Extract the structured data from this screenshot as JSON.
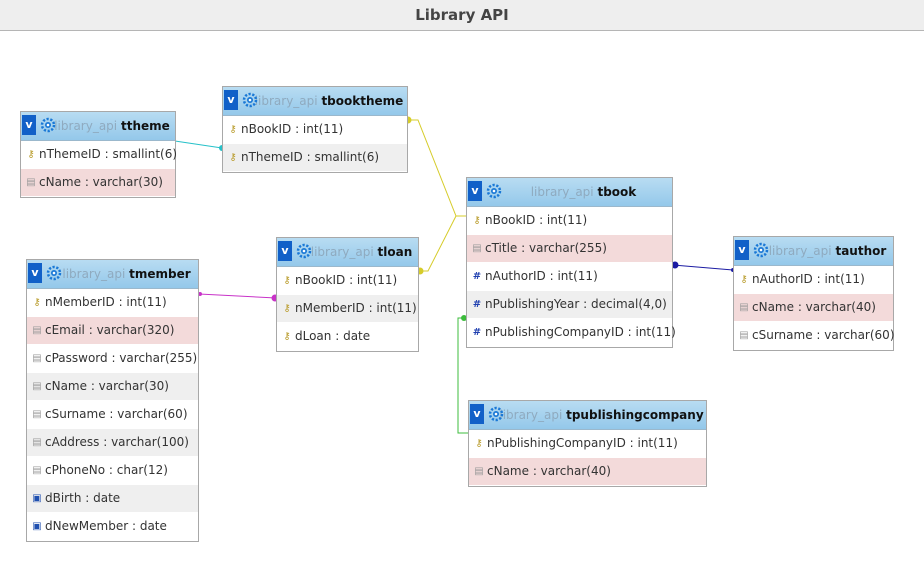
{
  "title": "Library API",
  "icons": {
    "collapse": "v-toggle-icon",
    "options": "gear-icon",
    "primary_key": "key-icon",
    "numeric": "hash-icon",
    "text": "text-field-icon",
    "date": "calendar-icon"
  },
  "colors": {
    "header": "#9fcdee",
    "highlight_row": "#f3dada",
    "alt_row": "#efefef",
    "relation_ttheme": "#26c1c9",
    "relation_tbook": "#d6cc2a",
    "relation_tmember": "#c832c8",
    "relation_tauthor": "#1b1ba3",
    "relation_tpublishingcompany": "#3cbc3c"
  },
  "tables": [
    {
      "id": "ttheme",
      "db": "library_api",
      "name": "ttheme",
      "columns": [
        {
          "name": "nThemeID",
          "type": "smallint(6)",
          "icon": "key",
          "style": "plain"
        },
        {
          "name": "cName",
          "type": "varchar(30)",
          "icon": "str",
          "style": "hl"
        }
      ]
    },
    {
      "id": "tbooktheme",
      "db": "library_api",
      "name": "tbooktheme",
      "columns": [
        {
          "name": "nBookID",
          "type": "int(11)",
          "icon": "key",
          "style": "plain"
        },
        {
          "name": "nThemeID",
          "type": "smallint(6)",
          "icon": "key",
          "style": "alt"
        }
      ]
    },
    {
      "id": "tmember",
      "db": "library_api",
      "name": "tmember",
      "columns": [
        {
          "name": "nMemberID",
          "type": "int(11)",
          "icon": "key",
          "style": "plain"
        },
        {
          "name": "cEmail",
          "type": "varchar(320)",
          "icon": "str",
          "style": "hl"
        },
        {
          "name": "cPassword",
          "type": "varchar(255)",
          "icon": "str",
          "style": "plain"
        },
        {
          "name": "cName",
          "type": "varchar(30)",
          "icon": "str",
          "style": "alt"
        },
        {
          "name": "cSurname",
          "type": "varchar(60)",
          "icon": "str",
          "style": "plain"
        },
        {
          "name": "cAddress",
          "type": "varchar(100)",
          "icon": "str",
          "style": "alt"
        },
        {
          "name": "cPhoneNo",
          "type": "char(12)",
          "icon": "str",
          "style": "plain"
        },
        {
          "name": "dBirth",
          "type": "date",
          "icon": "date",
          "style": "alt"
        },
        {
          "name": "dNewMember",
          "type": "date",
          "icon": "date",
          "style": "plain"
        }
      ]
    },
    {
      "id": "tloan",
      "db": "library_api",
      "name": "tloan",
      "columns": [
        {
          "name": "nBookID",
          "type": "int(11)",
          "icon": "key",
          "style": "plain"
        },
        {
          "name": "nMemberID",
          "type": "int(11)",
          "icon": "key",
          "style": "alt"
        },
        {
          "name": "dLoan",
          "type": "date",
          "icon": "key",
          "style": "plain"
        }
      ]
    },
    {
      "id": "tbook",
      "db": "library_api",
      "name": "tbook",
      "columns": [
        {
          "name": "nBookID",
          "type": "int(11)",
          "icon": "key",
          "style": "plain"
        },
        {
          "name": "cTitle",
          "type": "varchar(255)",
          "icon": "str",
          "style": "hl"
        },
        {
          "name": "nAuthorID",
          "type": "int(11)",
          "icon": "num",
          "style": "plain"
        },
        {
          "name": "nPublishingYear",
          "type": "decimal(4,0)",
          "icon": "num",
          "style": "alt"
        },
        {
          "name": "nPublishingCompanyID",
          "type": "int(11)",
          "icon": "num",
          "style": "plain"
        }
      ]
    },
    {
      "id": "tauthor",
      "db": "library_api",
      "name": "tauthor",
      "columns": [
        {
          "name": "nAuthorID",
          "type": "int(11)",
          "icon": "key",
          "style": "plain"
        },
        {
          "name": "cName",
          "type": "varchar(40)",
          "icon": "str",
          "style": "hl"
        },
        {
          "name": "cSurname",
          "type": "varchar(60)",
          "icon": "str",
          "style": "plain"
        }
      ]
    },
    {
      "id": "tpublishingcompany",
      "db": "library_api",
      "name": "tpublishingcompany",
      "columns": [
        {
          "name": "nPublishingCompanyID",
          "type": "int(11)",
          "icon": "key",
          "style": "plain"
        },
        {
          "name": "cName",
          "type": "varchar(40)",
          "icon": "str",
          "style": "hl"
        }
      ]
    }
  ]
}
